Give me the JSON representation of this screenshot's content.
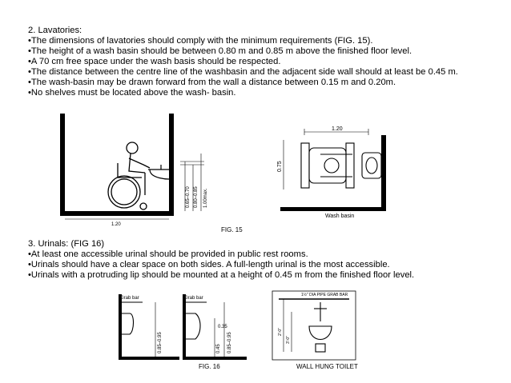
{
  "section_lavatories": {
    "heading": "2.  Lavatories:",
    "bullets": [
      "•The dimensions of lavatories should comply with the minimum requirements (FIG. 15).",
      "•The height of a wash basin should be between 0.80 m and 0.85 m above the finished floor level.",
      "•A 70 cm free space under the wash basis should be respected.",
      "•The distance between the centre line of the washbasin and the adjacent side wall should at least be 0.45 m.",
      "•The wash-basin may be drawn forward from the wall a distance between 0.15 m and 0.20m.",
      "•No shelves must be located above the wash- basin."
    ]
  },
  "fig15": {
    "caption": "FIG. 15",
    "side_dims": {
      "width": "1.20",
      "h1": "0.65–0.70",
      "h2": "0.80–0.85",
      "h3": "1.00max."
    },
    "plan_dims": {
      "width": "1.20",
      "depth": "0.75",
      "label": "Wash   basin"
    }
  },
  "section_urinals": {
    "heading": "3. Urinals: (FIG 16)",
    "bullets": [
      "•At least one accessible urinal should be provided in public rest rooms.",
      "•Urinals should have a clear space on both sides. A full-length urinal is the most accessible.",
      "•Urinals with a protruding lip should be mounted at a height of 0.45 m from the finished floor level."
    ]
  },
  "fig16": {
    "caption": "FIG. 16",
    "left_label": "Grab bar",
    "left_dim": "0.85–0.95",
    "mid_label": "Grab bar",
    "mid_dims": {
      "a": "0.35",
      "b": "0.45",
      "c": "0.85–0.95"
    },
    "toilet_caption": "WALL HUNG TOILET",
    "toilet_note": "1½\" DIA PIPE GRAB BAR",
    "toilet_dims": {
      "a": "2'-0\"",
      "b": "3'-0\""
    }
  }
}
